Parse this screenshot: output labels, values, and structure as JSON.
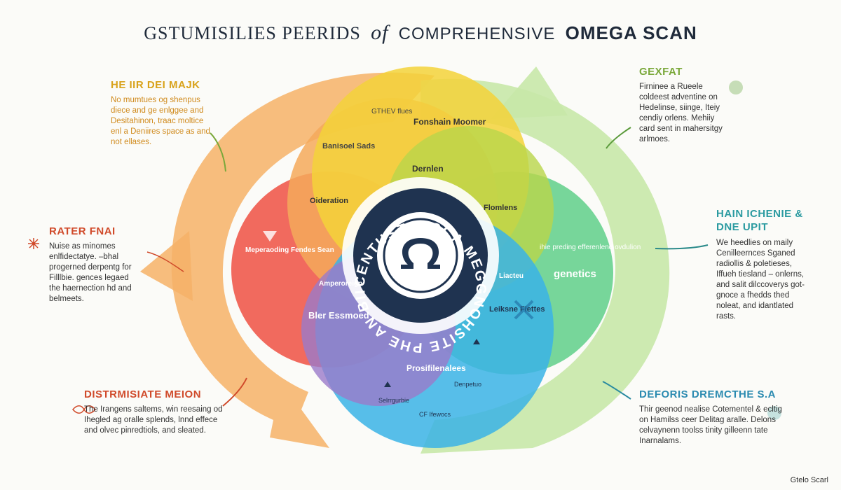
{
  "title": {
    "prefix": "GSTUMISILIES PEERIDS",
    "connector": "of",
    "middle": "COMPREHENSIVE",
    "emphasis": "OMEGA SCAN"
  },
  "center": {
    "ring_text": "CENTUSTI SSCA MEGGNOHSITE PHE AN BIIEHHCIE",
    "icon": "omega-icon"
  },
  "circle_labels": {
    "yellow_top": "Fonshain Moomer",
    "yellow_note": "GTHEV flues",
    "yellow_left": "Banisoel Sads",
    "yellow_center": "Dernlen",
    "lime_right": "Flomlens",
    "orange_left": "Oideration",
    "red_left": "Meperaoding Fendes Sean",
    "red_left_lower": "Amperoreign",
    "green_right": "ihie preding efferenlend ovdulion",
    "green_right_bold": "genetics",
    "blue_center": "Liacteu",
    "teal_right": "Leiksne Fiettes",
    "purple_left": "Bler Essmoed",
    "blue_bottom": "Prosifilenalees",
    "blue_bottom_small": "Denpetuo",
    "blue_bottom_lower": "Selrrgurbie",
    "blue_bottom_low2": "CF Ifewocs"
  },
  "callouts": {
    "top_left": {
      "heading": "HE IIR DEI MAJK",
      "body": "No mumtues og shenpus diece and ge enlggee and Desitahinon, traac moltice enl a Deniires space as and not ellases."
    },
    "mid_left": {
      "heading": "RATER FNAI",
      "body": "Nuise as minomes enlfidectatye. –bhal progerned derpentg for Filllbie. gences legaed the haernection hd and belmeets."
    },
    "bottom_left": {
      "heading": "DISTRMISIATE MEION",
      "body": "The Irangens saltems, win reesaing od Ihegled ag oralle splends, lnnd effece and olvec pinredtiols, and sleated."
    },
    "top_right": {
      "heading": "GEXFAT",
      "body": "Firninee a Rueele coldeest adventine on Hedelinse, siinge, Iteiy cendiy orlens. Mehiiy card sent in mahersitgy arlmoes."
    },
    "mid_right": {
      "heading": "HAIN ICHENIE & DNE UPIT",
      "body": "We heedlies on maily Cenilleernces Sganed radiollis & poletieses, Iffueh tiesland – onlerns, and salit dilccoverys got-gnoce a fhedds thed noleat, and idantlated rasts."
    },
    "bottom_right": {
      "heading": "DEFORIS DREMCTHE S.A",
      "body": "Thir geenod nealise Cotementel & ecltig on Hamilss ceer Delitag aralle. Delons celvaynenn toolss tinity gilleenn tate Inarnalams."
    }
  },
  "watermark": "Gtelo Scarl",
  "colors": {
    "orange": "#f6b267",
    "red": "#ef5a4c",
    "yellow": "#f3d23a",
    "lime": "#b9d64a",
    "green": "#7cd07c",
    "light_green": "#c8e8a8",
    "blue": "#3ab3e6",
    "purple": "#9b7ac9",
    "navy": "#1f3350"
  }
}
